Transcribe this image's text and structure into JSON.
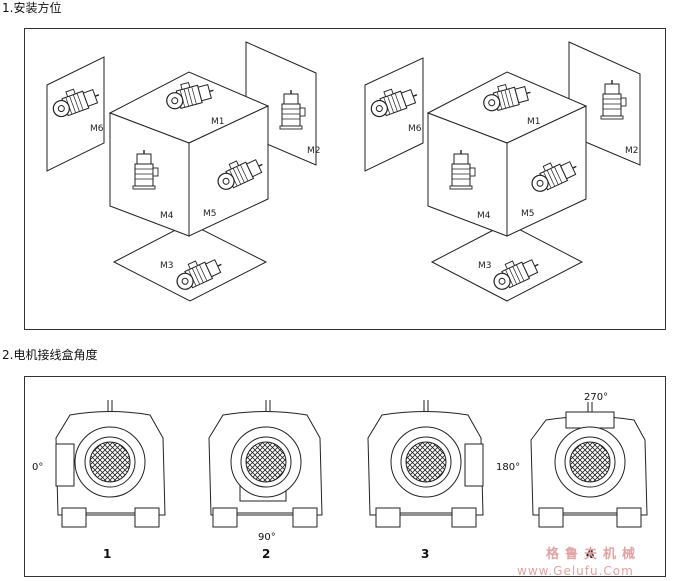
{
  "sections": [
    {
      "heading": "1.安装方位"
    },
    {
      "heading": "2.电机接线盒角度"
    }
  ],
  "mounting_positions": {
    "left_cube": {
      "labels": [
        "M1",
        "M2",
        "M3",
        "M4",
        "M5",
        "M6"
      ]
    },
    "right_cube": {
      "labels": [
        "M1",
        "M2",
        "M3",
        "M4",
        "M5",
        "M6"
      ]
    }
  },
  "terminal_box_angles": [
    {
      "number": "1",
      "angle": "0°"
    },
    {
      "number": "2",
      "angle": "90°"
    },
    {
      "number": "3",
      "angle": "180°"
    },
    {
      "number": "4",
      "angle": "270°"
    }
  ],
  "watermark": {
    "cn": "格鲁夫机械",
    "url": "www.Gelufu.Com"
  },
  "colors": {
    "line": "#222222",
    "frame": "#333333",
    "watermark": "#e1a3a3"
  }
}
